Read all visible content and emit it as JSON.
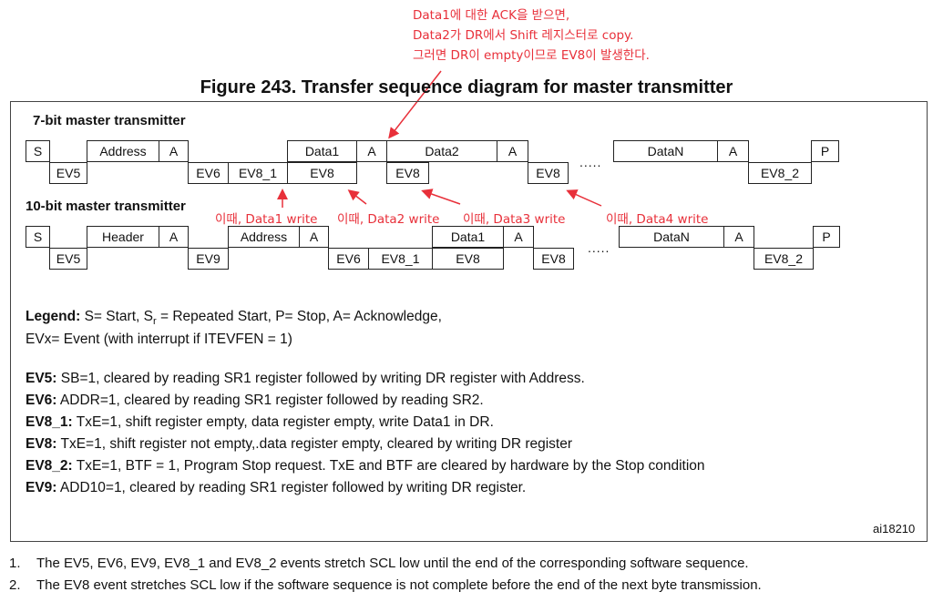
{
  "annotation_top": {
    "lines": [
      "Data1에 대한 ACK을 받으면,",
      "Data2가 DR에서 Shift 레지스터로 copy.",
      "그러면 DR이 empty이므로 EV8이 발생한다."
    ]
  },
  "title": "Figure 243. Transfer sequence diagram for master transmitter",
  "seven_bit": {
    "label": "7-bit master transmitter",
    "top_cells": [
      "S",
      "Address",
      "A",
      "Data1",
      "A",
      "Data2",
      "A",
      "DataN",
      "A",
      "P"
    ],
    "bottom_cells": [
      "EV5",
      "EV6",
      "EV8_1",
      "EV8",
      "EV8",
      "EV8",
      "EV8_2"
    ],
    "ellipsis": "....."
  },
  "ten_bit": {
    "label": "10-bit master transmitter",
    "top_cells": [
      "S",
      "Header",
      "A",
      "Address",
      "A",
      "Data1",
      "A",
      "DataN",
      "A",
      "P"
    ],
    "bottom_cells": [
      "EV5",
      "EV9",
      "EV6",
      "EV8_1",
      "EV8",
      "EV8",
      "EV8_2"
    ],
    "ellipsis": "....."
  },
  "annotations": [
    "이때, Data1 write",
    "이때, Data2 write",
    "이때, Data3 write",
    "이때, Data4 write"
  ],
  "legend": {
    "prefix": "Legend:",
    "line1_a": "S= Start, S",
    "line1_sub": "r",
    "line1_b": "= Repeated Start, P= Stop, A= Acknowledge,",
    "line2": "EVx= Event (with interrupt if ITEVFEN = 1)"
  },
  "events": [
    {
      "name": "EV5:",
      "desc": "SB=1, cleared by reading SR1 register followed by writing DR register with Address."
    },
    {
      "name": "EV6:",
      "desc": "ADDR=1, cleared by reading SR1 register followed by reading SR2."
    },
    {
      "name": "EV8_1:",
      "desc": "TxE=1, shift register empty, data register empty, write Data1 in DR."
    },
    {
      "name": "EV8:",
      "desc": "TxE=1, shift register not empty,.data register empty, cleared by writing DR register"
    },
    {
      "name": "EV8_2:",
      "desc": "TxE=1, BTF = 1, Program Stop request. TxE and BTF are cleared by hardware by the Stop condition"
    },
    {
      "name": "EV9:",
      "desc": "ADD10=1, cleared by reading SR1 register followed by writing DR register."
    }
  ],
  "figure_id": "ai18210",
  "notes": [
    {
      "num": "1.",
      "text": "The EV5, EV6, EV9, EV8_1 and EV8_2 events stretch SCL low until the end of the corresponding software sequence."
    },
    {
      "num": "2.",
      "text": "The EV8 event stretches SCL low if the software sequence is not complete before the end of the next byte transmission."
    }
  ],
  "colors": {
    "annotation": "#e8303a",
    "border": "#222222"
  }
}
